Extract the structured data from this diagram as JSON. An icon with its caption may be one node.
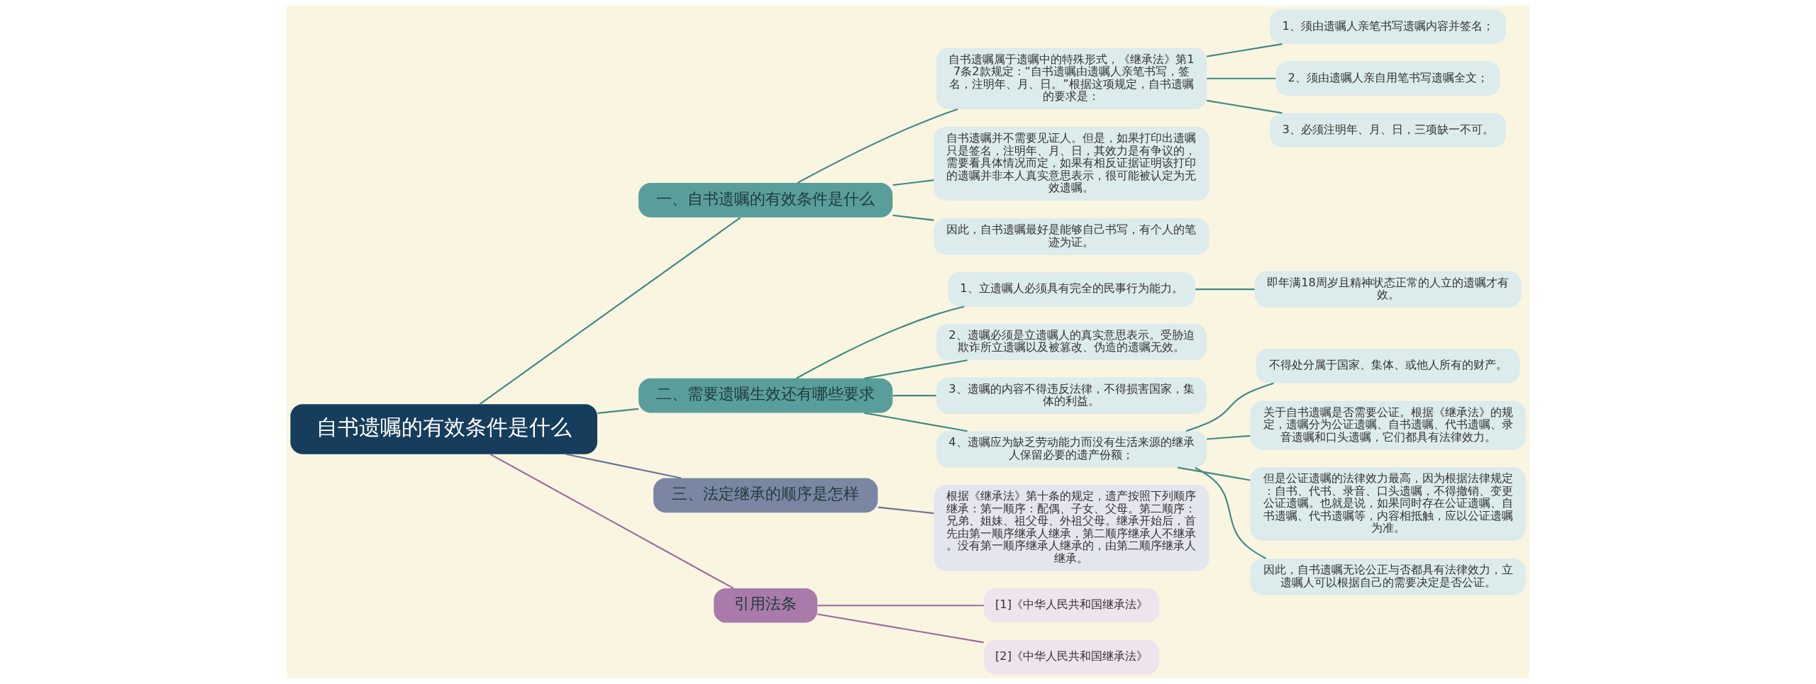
{
  "diagram": {
    "nodes": [
      {
        "text": [
          "自书遗嘱的有效条件是什么"
        ]
      },
      {
        "text": [
          "一、自书遗嘱的有效条件是什么"
        ]
      },
      {
        "text": [
          "自书遗嘱属于遗嘱中的特殊形式，《继承法》第17条2款规定：“自书遗嘱由遗嘱人亲笔书写，签名，注明年、月、日。”根据这项规定，自书遗嘱的要求是："
        ]
      },
      {
        "text": [
          "1、须由遗嘱人亲笔书写遗嘱内容并签名；"
        ]
      },
      {
        "text": [
          "2、须由遗嘱人亲自用笔书写遗嘱全文；"
        ]
      },
      {
        "text": [
          "3、必须注明年、月、日，三项缺一不可。"
        ]
      },
      {
        "text": [
          "自书遗嘱并不需要见证人。但是，如果打印出遗嘱只是签名，注明年、月、日，其效力是有争议的，需要看具体情况而定，如果有相反证据证明该打印的遗嘱并非本人真实意思表示，很可能被认定为无效遗嘱。"
        ]
      },
      {
        "text": [
          "因此，自书遗嘱最好是能够自己书写，有个人的笔迹为证。"
        ]
      },
      {
        "text": [
          "二、需要遗嘱生效还有哪些要求"
        ]
      },
      {
        "text": [
          "1、立遗嘱人必须具有完全的民事行为能力。"
        ]
      },
      {
        "text": [
          "即年满18周岁且精神状态正常的人立的遗嘱才有效。"
        ]
      },
      {
        "text": [
          "2、遗嘱必须是立遗嘱人的真实意思表示。受胁迫欺诈所立遗嘱以及被篡改、伪造的遗嘱无效。"
        ]
      },
      {
        "text": [
          "3、遗嘱的内容不得违反法律，不得损害国家，集体的利益。"
        ]
      },
      {
        "text": [
          "4、遗嘱应为缺乏劳动能力而没有生活来源的继承人保留必要的遗产份额；"
        ]
      },
      {
        "text": [
          "不得处分属于国家、集体、或他人所有的财产。"
        ]
      },
      {
        "text": [
          "关于自书遗嘱是否需要公证。根据《继承法》的规定，遗嘱分为公证遗嘱、自书遗嘱、代书遗嘱、录音遗嘱和口头遗嘱，它们都具有法律效力。"
        ]
      },
      {
        "text": [
          "但是公证遗嘱的法律效力最高，因为根据法律规定：自书、代书、录音、口头遗嘱，不得撤销、变更公证遗嘱。也就是说，如果同时存在公证遗嘱、自书遗嘱、代书遗嘱等，内容相抵触，应以公证遗嘱为准。"
        ]
      },
      {
        "text": [
          "因此，自书遗嘱无论公正与否都具有法律效力，立遗嘱人可以根据自己的需要决定是否公证。"
        ]
      },
      {
        "text": [
          "三、法定继承的顺序是怎样"
        ]
      },
      {
        "text": [
          "根据《继承法》第十条的规定，遗产按照下列顺序继承：第一顺序：配偶、子女、父母。第二顺序：兄弟、姐妹、祖父母、外祖父母。继承开始后，首先由第一顺序继承人继承，第二顺序继承人不继承。没有第一顺序继承人继承的，由第二顺序继承人继承。"
        ]
      },
      {
        "text": [
          "引用法条"
        ]
      },
      {
        "text": [
          "[1]《中华人民共和国继承法》"
        ]
      },
      {
        "text": [
          "[2]《中华人民共和国继承法》"
        ]
      }
    ],
    "edges": [
      {
        "from": 0,
        "to": 1,
        "arrow": "none"
      },
      {
        "from": 1,
        "to": 2,
        "arrow": "none"
      },
      {
        "from": 2,
        "to": 3,
        "arrow": "none"
      },
      {
        "from": 2,
        "to": 4,
        "arrow": "none"
      },
      {
        "from": 2,
        "to": 5,
        "arrow": "none"
      },
      {
        "from": 1,
        "to": 6,
        "arrow": "none"
      },
      {
        "from": 1,
        "to": 7,
        "arrow": "none"
      },
      {
        "from": 0,
        "to": 8,
        "arrow": "none"
      },
      {
        "from": 8,
        "to": 9,
        "arrow": "none"
      },
      {
        "from": 9,
        "to": 10,
        "arrow": "none"
      },
      {
        "from": 8,
        "to": 11,
        "arrow": "none"
      },
      {
        "from": 8,
        "to": 12,
        "arrow": "none"
      },
      {
        "from": 8,
        "to": 13,
        "arrow": "none"
      },
      {
        "from": 13,
        "to": 14,
        "arrow": "none"
      },
      {
        "from": 13,
        "to": 15,
        "arrow": "none"
      },
      {
        "from": 13,
        "to": 16,
        "arrow": "none"
      },
      {
        "from": 13,
        "to": 17,
        "arrow": "none"
      },
      {
        "from": 0,
        "to": 18,
        "arrow": "none",
        "color": "#6b7595"
      },
      {
        "from": 18,
        "to": 19,
        "arrow": "none",
        "color": "#6b7595"
      },
      {
        "from": 0,
        "to": 20,
        "arrow": "none",
        "color": "#9b6a9e"
      },
      {
        "from": 20,
        "to": 21,
        "arrow": "none",
        "color": "#9b6a9e"
      },
      {
        "from": 20,
        "to": 22,
        "arrow": "none",
        "color": "#9b6a9e"
      }
    ]
  }
}
